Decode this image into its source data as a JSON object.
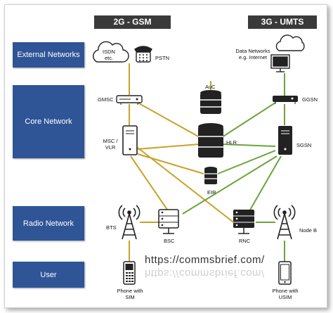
{
  "headers": {
    "gsm": "2G - GSM",
    "umts": "3G - UMTS"
  },
  "lanes": {
    "external": "External Networks",
    "core": "Core Network",
    "radio": "Radio Network",
    "user": "User"
  },
  "nodes": {
    "isdn": "ISDN\netc.",
    "pstn": "PSTN",
    "data_networks": "Data Networks\ne.g. Internet",
    "gmsc": "GMSC",
    "auc": "AuC",
    "ggsn": "GGSN",
    "msc_vlr": "MSC /\nVLR",
    "hlr": "HLR",
    "sgsn": "SGSN",
    "eir": "EIR",
    "bts": "BTS",
    "bsc": "BSC",
    "rnc": "RNC",
    "node_b": "Node B",
    "phone_sim": "Phone with\nSIM",
    "phone_usim": "Phone with\nUSIM"
  },
  "watermark": "https://commsbrief.com/",
  "colors": {
    "gsm_link": "#c9a227",
    "umts_link": "#6aa53a",
    "lane": "#2f5597",
    "header": "#3a3a3a"
  }
}
